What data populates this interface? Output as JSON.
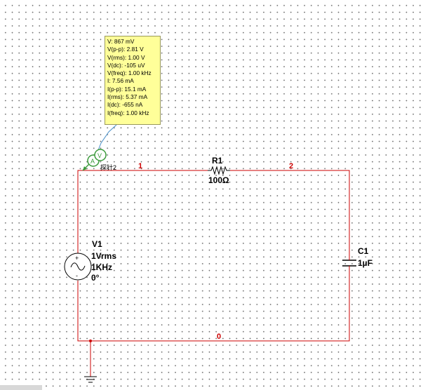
{
  "probe": {
    "name": "探针2",
    "readings": [
      "V: 867 mV",
      "V(p-p): 2.81 V",
      "V(rms): 1.00 V",
      "V(dc): -105 uV",
      "V(freq): 1.00 kHz",
      "I: 7.56 mA",
      "I(p-p): 15.1 mA",
      "I(rms): 5.37 mA",
      "I(dc): -655 nA",
      "I(freq): 1.00 kHz"
    ],
    "icon_label": "A V"
  },
  "resistor": {
    "name": "R1",
    "value": "100Ω"
  },
  "capacitor": {
    "name": "C1",
    "value": "1µF"
  },
  "source": {
    "name": "V1",
    "amplitude": "1Vrms",
    "frequency": "1KHz",
    "phase": "0°",
    "plus": "+",
    "minus": "-"
  },
  "nodes": {
    "n1": "1",
    "n2": "2",
    "n0": "0"
  },
  "colors": {
    "wire": "#cc0000",
    "probe_wire": "#4a90c8",
    "probe_icon": "#3a9a3a",
    "component": "#000000"
  }
}
